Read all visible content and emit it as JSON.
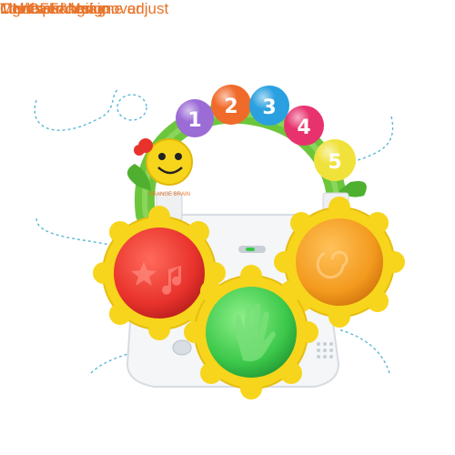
{
  "callouts": {
    "mode": "Mode changing-over",
    "turnover": "Turnover design",
    "light": "Light and Music",
    "onoff": "ON/OFF& volume adjust",
    "loudspeaker": "Loudspeaker"
  },
  "caterpillar_numbers": [
    "1",
    "2",
    "3",
    "4",
    "5"
  ],
  "brand_mark": "ORANGE BRAIN",
  "colors": {
    "callout_text": "#e8742a",
    "leader_line": "#5bb8d6",
    "drum_red": "#e8322c",
    "drum_green": "#3cc84a",
    "drum_orange": "#f39a1e",
    "rim_yellow": "#f7d51c",
    "body_white": "#f4f6f8",
    "caterpillar_green": "#6cc63c"
  },
  "icons": [
    "hand-icon",
    "star-icon",
    "music-note-icon",
    "speaker-grille-icon",
    "smile-face-icon"
  ]
}
